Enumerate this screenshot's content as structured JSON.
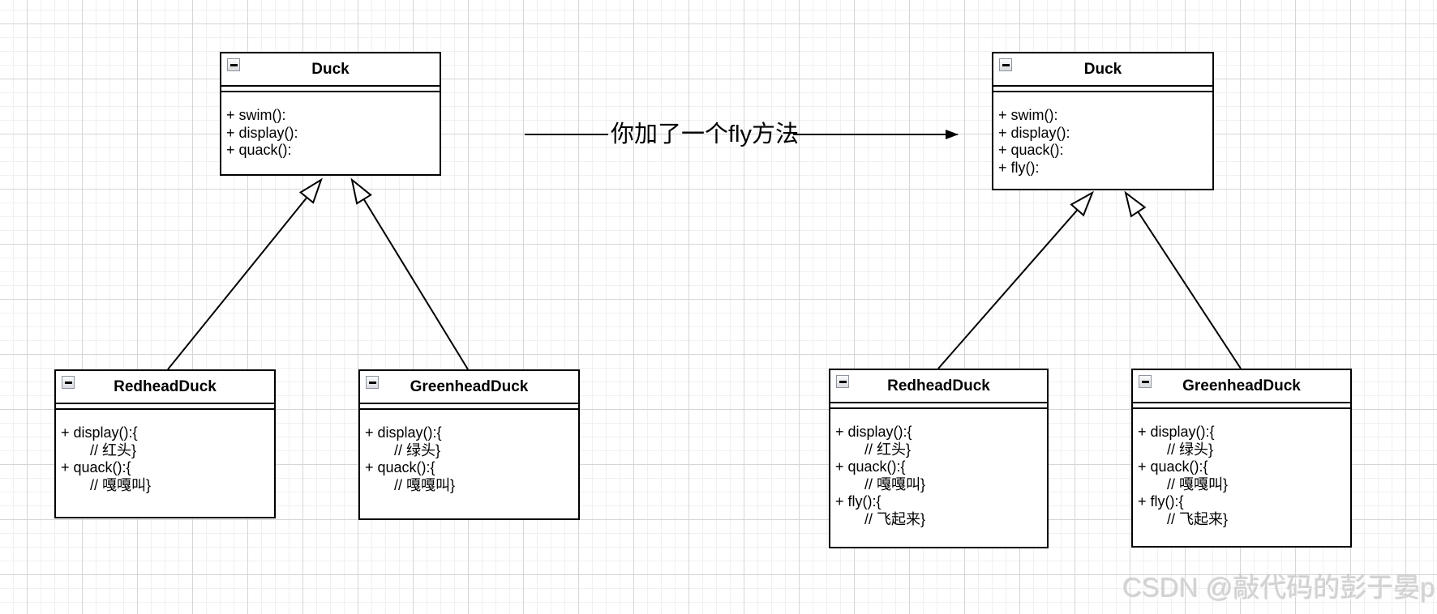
{
  "transition_label": "你加了一个fly方法",
  "watermark": "CSDN @敲代码的彭于晏p",
  "before": {
    "duck": {
      "title": "Duck",
      "methods": [
        "+ swim():",
        "+ display():",
        "+ quack():"
      ]
    },
    "redhead": {
      "title": "RedheadDuck",
      "methods": [
        "+ display():{",
        "// 红头}",
        "+ quack():{",
        "// 嘎嘎叫}"
      ]
    },
    "greenhead": {
      "title": "GreenheadDuck",
      "methods": [
        "+ display():{",
        "// 绿头}",
        "+ quack():{",
        "// 嘎嘎叫}"
      ]
    }
  },
  "after": {
    "duck": {
      "title": "Duck",
      "methods": [
        "+ swim():",
        "+ display():",
        "+ quack():",
        "+ fly():"
      ]
    },
    "redhead": {
      "title": "RedheadDuck",
      "methods": [
        "+ display():{",
        "// 红头}",
        "+ quack():{",
        "// 嘎嘎叫}",
        "+ fly():{",
        "// 飞起来}"
      ]
    },
    "greenhead": {
      "title": "GreenheadDuck",
      "methods": [
        "+ display():{",
        "// 绿头}",
        "+ quack():{",
        "// 嘎嘎叫}",
        "+ fly():{",
        "// 飞起来}"
      ]
    }
  },
  "colors": {
    "stroke": "#000000",
    "box_fill": "#ffffff",
    "grid_minor": "#f0f0f0",
    "grid_major": "#d6d6d6",
    "watermark": "#cdcdcd"
  }
}
